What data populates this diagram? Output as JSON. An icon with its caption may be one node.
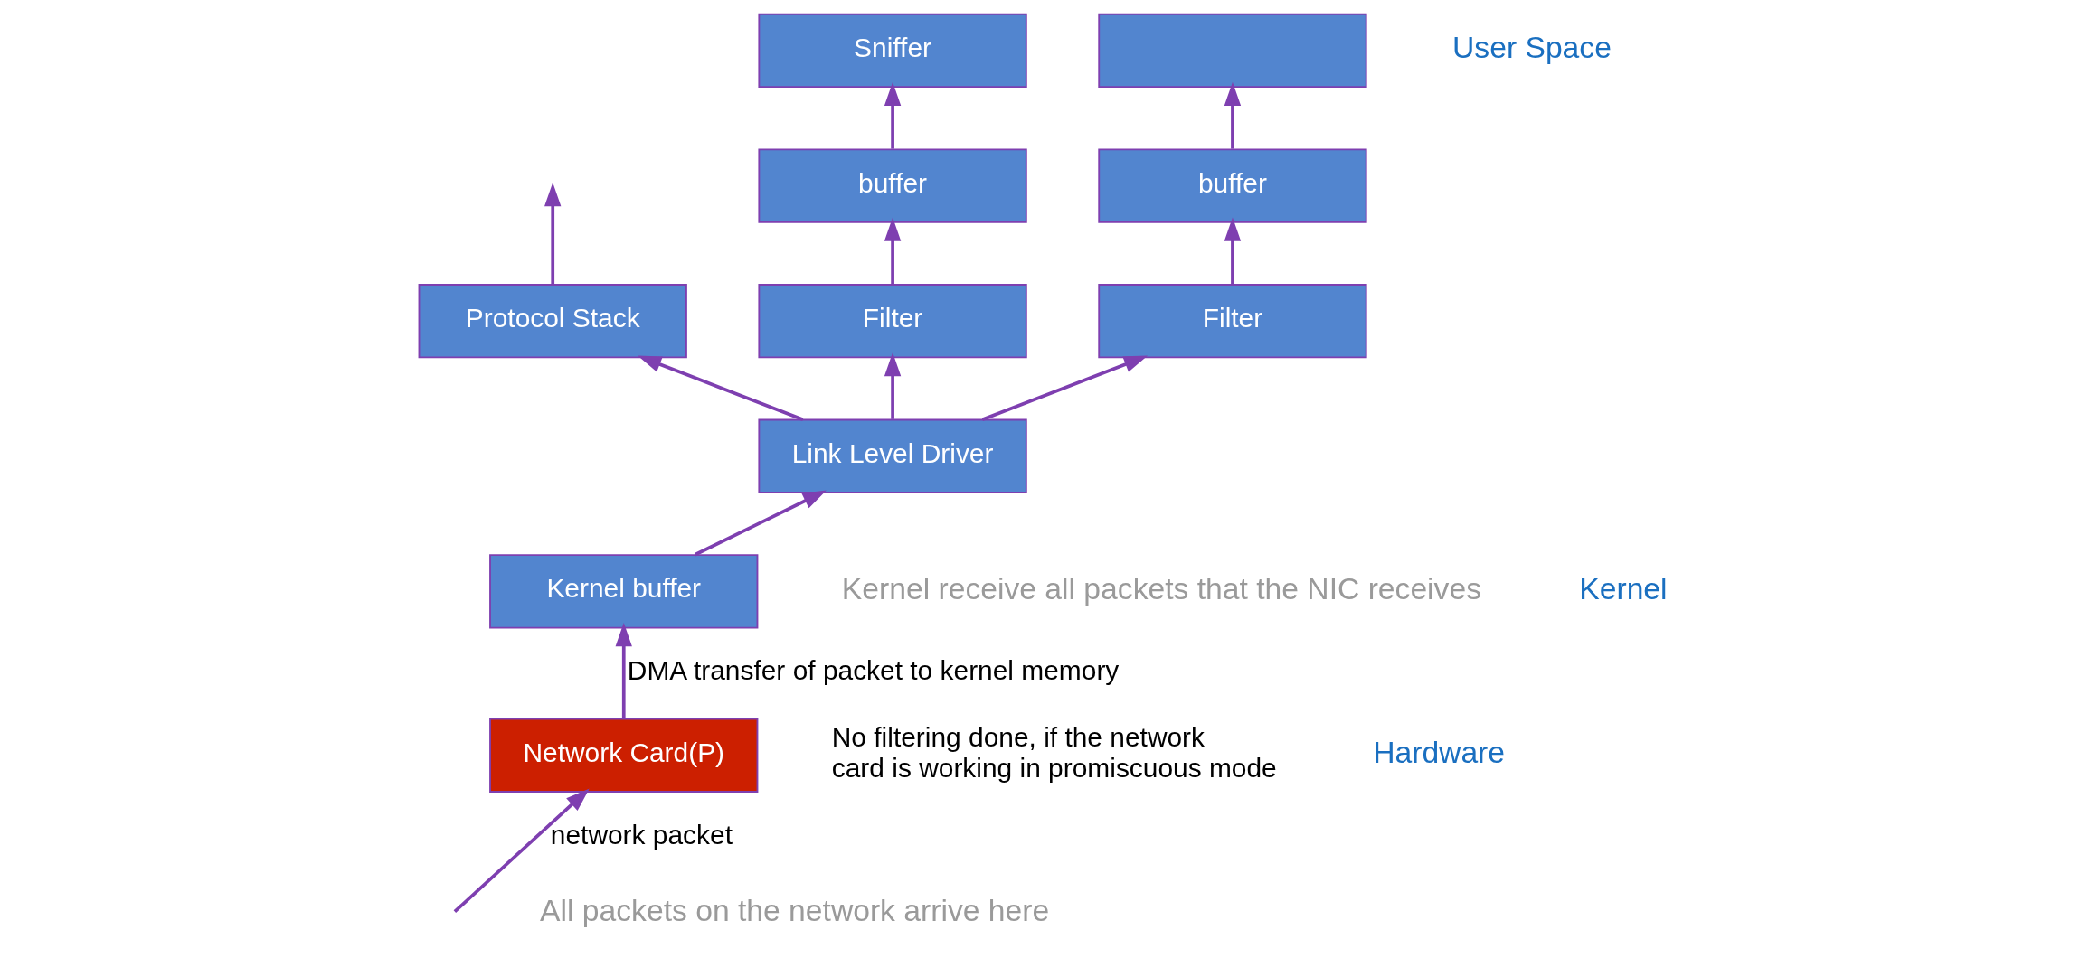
{
  "diagram": {
    "nodes": [
      {
        "text": [
          "Sniffer"
        ]
      },
      {
        "text": [],
        "shape": "box"
      },
      {
        "text": [
          "Protocol Stack"
        ]
      },
      {
        "text": [
          "buffer"
        ]
      },
      {
        "text": [
          "buffer"
        ]
      },
      {
        "text": [
          "Link Level Driver"
        ]
      },
      {
        "text": [
          "Filter"
        ]
      },
      {
        "text": [
          "Filter"
        ]
      },
      {
        "text": [
          "Kernel buffer"
        ]
      },
      {
        "text": [
          "Network Card(P)"
        ],
        "beside": [
          "No filtering done, if the network card is working in promiscuous mode"
        ]
      }
    ],
    "edges": [
      {
        "from": 2,
        "to": null,
        "arrow": "to"
      },
      {
        "from": 3,
        "to": 0,
        "arrow": "to"
      },
      {
        "from": 4,
        "to": 1,
        "arrow": "to"
      },
      {
        "from": 5,
        "to": 2,
        "arrow": "to"
      },
      {
        "from": 6,
        "to": 3,
        "arrow": "to"
      },
      {
        "from": 7,
        "to": 4,
        "arrow": "to"
      },
      {
        "from": 5,
        "to": 6,
        "arrow": "to"
      },
      {
        "from": 5,
        "to": 7,
        "arrow": "to"
      },
      {
        "from": 8,
        "to": 5,
        "arrow": "to"
      },
      {
        "from": 9,
        "to": 8,
        "arrow": "to",
        "label": "DMA transfer of packet to kernel memory"
      },
      {
        "from": null,
        "to": 9,
        "arrow": "to",
        "label": "network packet"
      }
    ],
    "labels": [
      "User Space",
      "Kernel receive all packets that the NIC receives",
      "Kernel",
      "Hardware",
      "All packets on the network arrive here"
    ]
  }
}
